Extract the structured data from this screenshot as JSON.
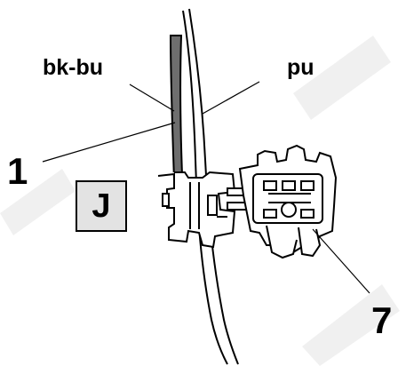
{
  "labels": {
    "wire_left": "bk-bu",
    "wire_right": "pu",
    "callout_1": "1",
    "callout_7": "7",
    "view_letter": "J"
  },
  "colors": {
    "line": "#000000",
    "wire_fill": "#6e6e6e",
    "label_box_fill": "#e3e3e3",
    "background": "#ffffff"
  }
}
